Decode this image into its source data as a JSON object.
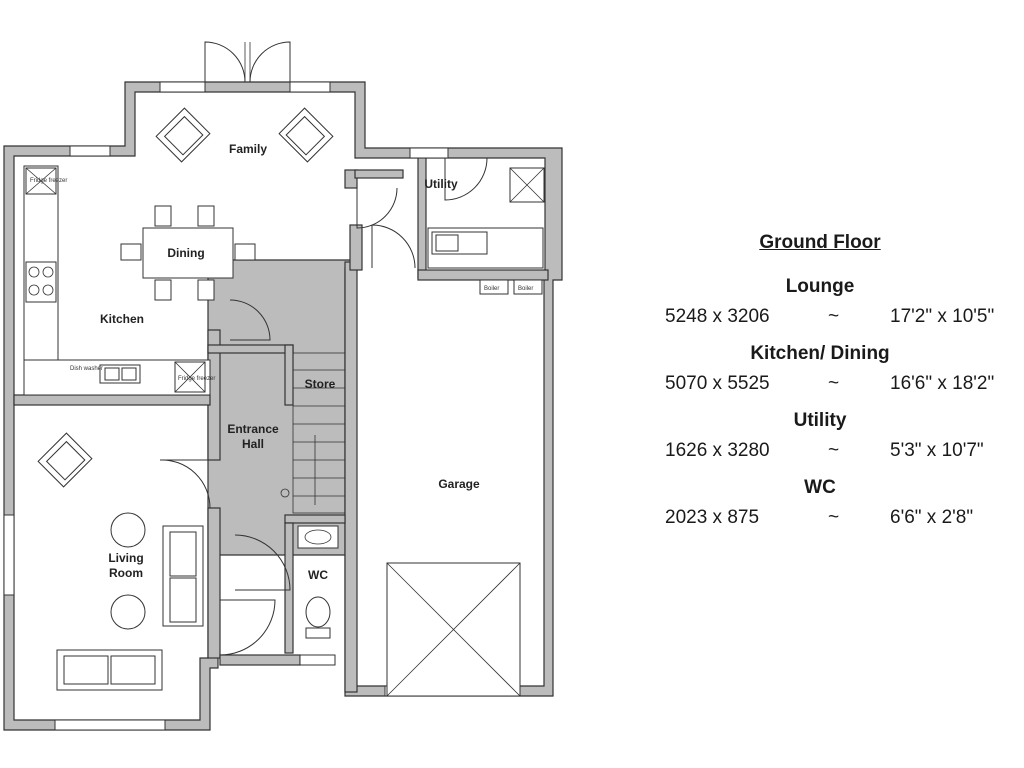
{
  "plan": {
    "rooms": {
      "family": "Family",
      "utility": "Utility",
      "dining": "Dining",
      "kitchen": "Kitchen",
      "garage": "Garage",
      "store": "Store",
      "entrance_1": "Entrance",
      "entrance_2": "Hall",
      "living_1": "Living",
      "living_2": "Room",
      "wc": "WC"
    },
    "boiler_labels": [
      "Boiler",
      "Boiler"
    ],
    "appliance_labels": [
      "Dish washer",
      "Fridge freezer",
      "Fridge freezer"
    ]
  },
  "schedule": {
    "heading": "Ground Floor",
    "rooms": [
      {
        "name": "Lounge",
        "metric": "5248 x 3206",
        "sep": "~",
        "imperial": "17'2\" x 10'5\""
      },
      {
        "name": "Kitchen/ Dining",
        "metric": "5070 x 5525",
        "sep": "~",
        "imperial": "16'6\" x 18'2\""
      },
      {
        "name": "Utility",
        "metric": "1626 x 3280",
        "sep": "~",
        "imperial": "5'3\" x 10'7\""
      },
      {
        "name": "WC",
        "metric": "2023 x 875",
        "sep": "~",
        "imperial": "6'6\" x 2'8\""
      }
    ]
  }
}
